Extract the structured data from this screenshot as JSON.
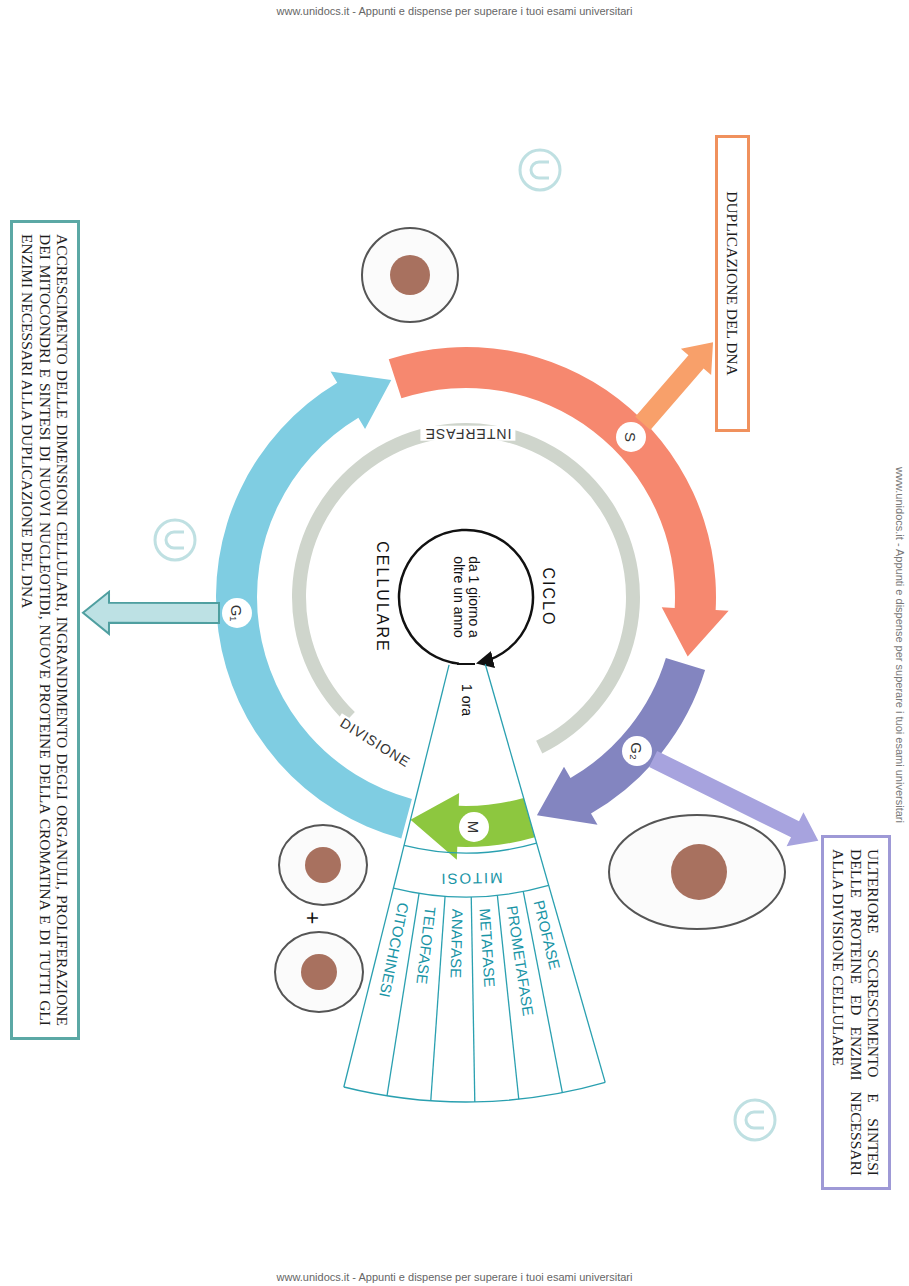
{
  "diagram": {
    "nodes": [
      {
        "text": [
          "DUPLICAZIONE DEL DNA"
        ]
      },
      {
        "text": [
          "ULTERIORE SCCRESCIMENTO E SINTESI DELLE PROTEINE ED ENZIMI NECESSARI ALLA DIVISIONE CELLULARE"
        ]
      },
      {
        "text": [
          "ACCRESCIMENTO DELLE DIMENSIONI CELLULARI, INGRANDIMENTO DEGLI ORGANULI, PROLIFERAZIONE DEI MITOCONDRI E SINTESI DI NUOVI NUCLEOTIDI, NUOVE PROTEINE DELLA CROMATINA E DI TUTTI GLI ENZIMI NECESSARI ALLA DUPLICAZIONE DEL DNA"
        ]
      },
      {
        "text": [
          "S"
        ]
      },
      {
        "text": [
          "G₂"
        ]
      },
      {
        "text": [
          "M"
        ]
      },
      {
        "text": [
          "G₁"
        ]
      }
    ],
    "edges": [
      {
        "from": 3,
        "to": 0,
        "arrow": "to"
      },
      {
        "from": 4,
        "to": 1,
        "arrow": "to"
      },
      {
        "from": 6,
        "to": 2,
        "arrow": "to"
      }
    ],
    "labels": [
      "INTERFASE",
      "CICLO",
      "CELLULARE",
      "da 1 giorno a oltre un anno",
      "1 ora",
      "DIVISIONE",
      "MITOSI",
      "PROFASE",
      "PROMETAFASE",
      "METAFASE",
      "ANAFASE",
      "TELOFASE",
      "CITOCHINESI",
      "+",
      "www.unidocs.it - Appunti e dispense per superare i tuoi esami universitari",
      "www.unidocs.it - Appunti e dispense per superare i tuoi esami universitari",
      "www.unidocs.it - Appunti e dispense per superare i tuoi esami universitari"
    ]
  }
}
